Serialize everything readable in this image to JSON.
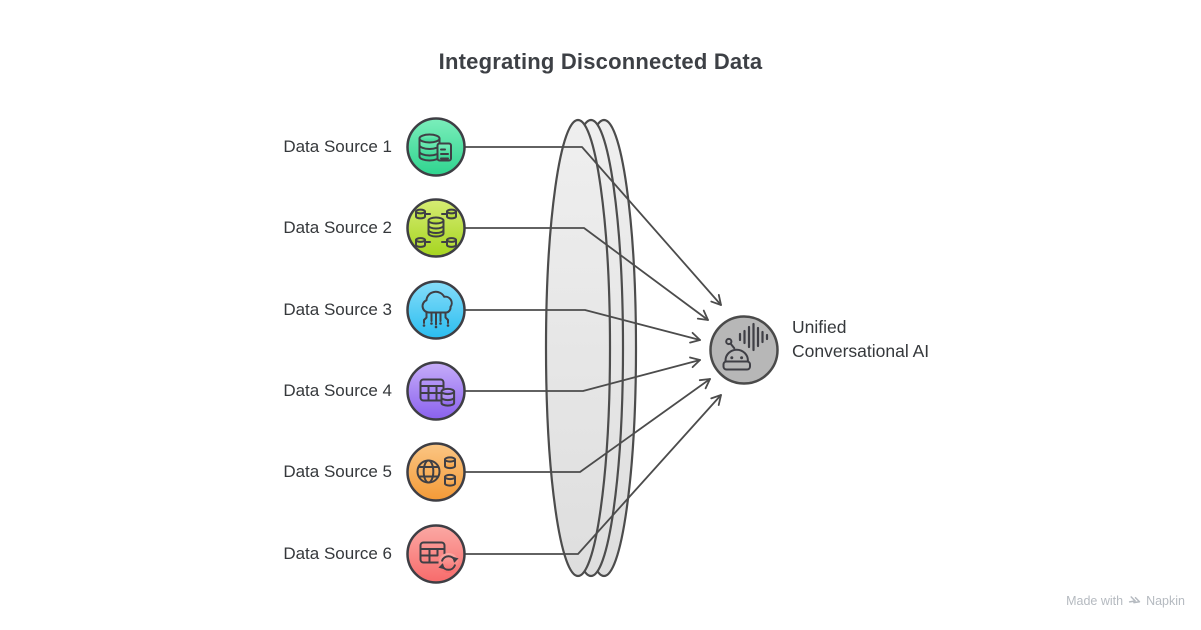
{
  "title": "Integrating Disconnected Data",
  "sources": [
    {
      "label": "Data Source 1",
      "icon": "database-document-icon",
      "color_top": "#7beebb",
      "color_bottom": "#2fd48f"
    },
    {
      "label": "Data Source 2",
      "icon": "distributed-database-icon",
      "color_top": "#d6ec74",
      "color_bottom": "#a6d51f"
    },
    {
      "label": "Data Source 3",
      "icon": "cloud-circuit-icon",
      "color_top": "#86ddf9",
      "color_bottom": "#2abdf0"
    },
    {
      "label": "Data Source 4",
      "icon": "table-database-icon",
      "color_top": "#c6adf9",
      "color_bottom": "#8a61ee"
    },
    {
      "label": "Data Source 5",
      "icon": "globe-database-icon",
      "color_top": "#fbc684",
      "color_bottom": "#f39a37"
    },
    {
      "label": "Data Source 6",
      "icon": "table-sync-icon",
      "color_top": "#fba9a4",
      "color_bottom": "#f76b6b"
    }
  ],
  "hub": {
    "label": "Unified Conversational AI",
    "icon": "conversational-ai-robot-icon",
    "color": "#b7b7b7"
  },
  "lens": {
    "fill": "#e7e7e7",
    "stroke": "#4c4c4c"
  },
  "theme": {
    "line_color": "#4c4c4c",
    "icon_stroke": "#3f3f45",
    "node_stroke": "#3e3e44"
  },
  "watermark": {
    "prefix": "Made with",
    "brand": "Napkin"
  }
}
